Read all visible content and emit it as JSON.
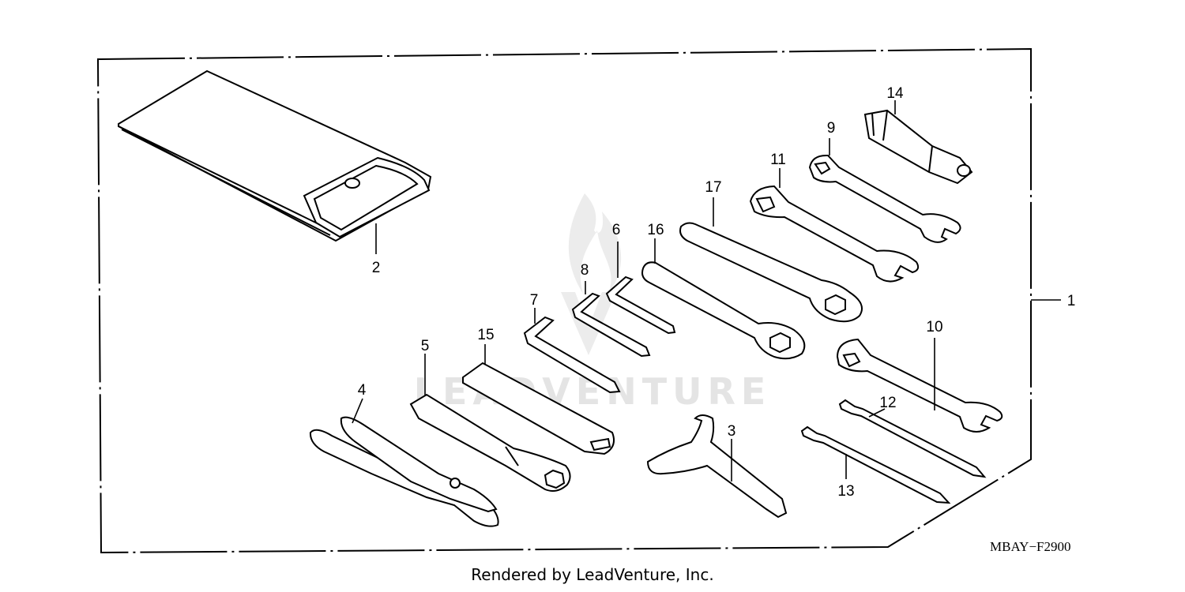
{
  "diagram": {
    "code": "MBAY−F2900",
    "callouts": {
      "c1": "1",
      "c2": "2",
      "c3": "3",
      "c4": "4",
      "c5": "5",
      "c6": "6",
      "c7": "7",
      "c8": "8",
      "c9": "9",
      "c10": "10",
      "c11": "11",
      "c12": "12",
      "c13": "13",
      "c14": "14",
      "c15": "15",
      "c16": "16",
      "c17": "17"
    }
  },
  "watermark": {
    "text": "LEADVENTURE"
  },
  "footer": {
    "credit": "Rendered by LeadVenture, Inc."
  }
}
